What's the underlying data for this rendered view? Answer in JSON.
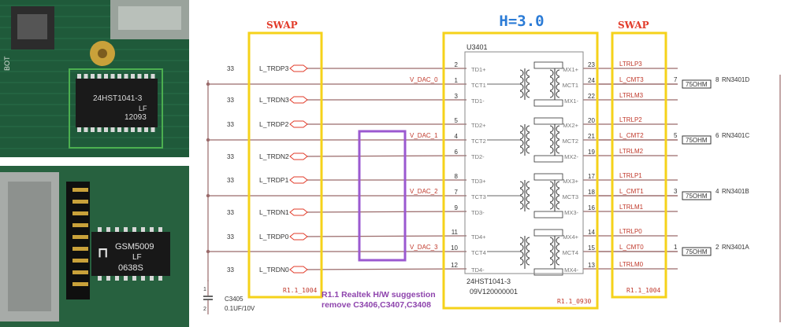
{
  "photos": {
    "top_chip_label": [
      "24HST1041-3",
      "LF",
      "12093"
    ],
    "top_silk_text": "BOT",
    "bottom_chip_label": [
      "GSM5009",
      "LF",
      "0638S"
    ]
  },
  "heading": "H=3.0",
  "swap_left": "SWAP",
  "swap_right": "SWAP",
  "component": {
    "ref": "U3401",
    "part": "24HST1041-3",
    "code": "09V120000001",
    "rev": "R1.1_0930"
  },
  "left_box_rev": "R1.1_1004",
  "right_box_rev": "R1.1_1004",
  "note": [
    "R1.1 Realtek H/W suggestion",
    "remove C3406,C3407,C3408"
  ],
  "capacitor": {
    "ref": "C3405",
    "value": "0.1UF/10V",
    "pins": [
      "1",
      "2"
    ]
  },
  "left_nets": [
    {
      "num": "33",
      "label": "L_TRDP3"
    },
    {
      "num": "33",
      "label": "L_TRDN3"
    },
    {
      "num": "33",
      "label": "L_TRDP2"
    },
    {
      "num": "33",
      "label": "L_TRDN2"
    },
    {
      "num": "33",
      "label": "L_TRDP1"
    },
    {
      "num": "33",
      "label": "L_TRDN1"
    },
    {
      "num": "33",
      "label": "L_TRDP0"
    },
    {
      "num": "33",
      "label": "L_TRDN0"
    }
  ],
  "vdac": [
    "V_DAC_0",
    "V_DAC_1",
    "V_DAC_2",
    "V_DAC_3"
  ],
  "left_pins": [
    {
      "pin": "2",
      "name": "TD1+"
    },
    {
      "pin": "1",
      "name": "TCT1"
    },
    {
      "pin": "3",
      "name": "TD1-"
    },
    {
      "pin": "5",
      "name": "TD2+"
    },
    {
      "pin": "4",
      "name": "TCT2"
    },
    {
      "pin": "6",
      "name": "TD2-"
    },
    {
      "pin": "8",
      "name": "TD3+"
    },
    {
      "pin": "7",
      "name": "TCT3"
    },
    {
      "pin": "9",
      "name": "TD3-"
    },
    {
      "pin": "11",
      "name": "TD4+"
    },
    {
      "pin": "10",
      "name": "TCT4"
    },
    {
      "pin": "12",
      "name": "TD4-"
    }
  ],
  "right_pins": [
    {
      "pin": "23",
      "name": "MX1+",
      "net": "LTRLP3"
    },
    {
      "pin": "24",
      "name": "MCT1",
      "net": "L_CMT3"
    },
    {
      "pin": "22",
      "name": "MX1-",
      "net": "LTRLM3"
    },
    {
      "pin": "20",
      "name": "MX2+",
      "net": "LTRLP2"
    },
    {
      "pin": "21",
      "name": "MCT2",
      "net": "L_CMT2"
    },
    {
      "pin": "19",
      "name": "MX2-",
      "net": "LTRLM2"
    },
    {
      "pin": "17",
      "name": "MX3+",
      "net": "LTRLP1"
    },
    {
      "pin": "18",
      "name": "MCT3",
      "net": "L_CMT1"
    },
    {
      "pin": "16",
      "name": "MX3-",
      "net": "LTRLM1"
    },
    {
      "pin": "14",
      "name": "MX4+",
      "net": "LTRLP0"
    },
    {
      "pin": "15",
      "name": "MCT4",
      "net": "L_CMT0"
    },
    {
      "pin": "13",
      "name": "MX4-",
      "net": "LTRLM0"
    }
  ],
  "resistors": [
    {
      "pin_in": "7",
      "value": "75OHM",
      "pin_out": "8",
      "ref": "RN3401D"
    },
    {
      "pin_in": "5",
      "value": "75OHM",
      "pin_out": "6",
      "ref": "RN3401C"
    },
    {
      "pin_in": "3",
      "value": "75OHM",
      "pin_out": "4",
      "ref": "RN3401B"
    },
    {
      "pin_in": "1",
      "value": "75OHM",
      "pin_out": "2",
      "ref": "RN3401A"
    }
  ],
  "colors": {
    "wire": "#9a6a6a",
    "ink": "#333333",
    "yellow": "#f5d21a",
    "purple": "#9b59d0",
    "heading": "#2b7bd6",
    "swap": "#e23b2a",
    "pin_label": "#c0392b",
    "note": "#8e44ad"
  }
}
